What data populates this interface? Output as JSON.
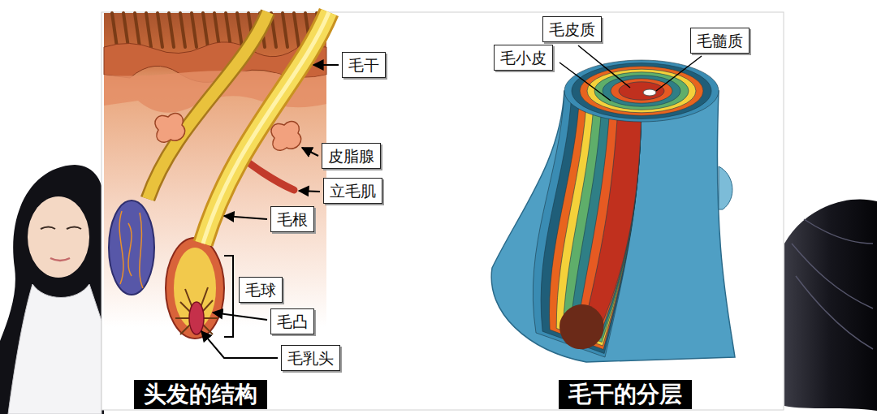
{
  "diagram": {
    "nodes": [
      {
        "text": [
          "毛干"
        ]
      },
      {
        "text": [
          "皮脂腺"
        ]
      },
      {
        "text": [
          "立毛肌"
        ]
      },
      {
        "text": [
          "毛根"
        ]
      },
      {
        "text": [
          "毛球"
        ]
      },
      {
        "text": [
          "毛凸"
        ]
      },
      {
        "text": [
          "毛乳头"
        ]
      },
      {
        "text": [
          "头发的结构"
        ]
      },
      {
        "text": [
          "毛皮质"
        ]
      },
      {
        "text": [
          "毛髓质"
        ]
      },
      {
        "text": [
          "毛小皮"
        ]
      },
      {
        "text": [
          "毛干的分层"
        ]
      }
    ]
  }
}
